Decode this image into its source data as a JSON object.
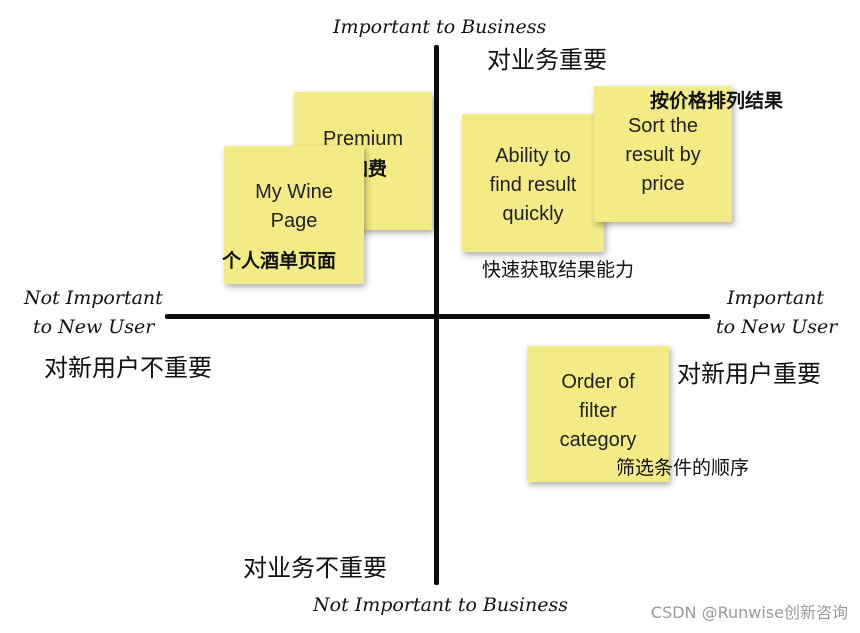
{
  "axes": {
    "top_en": "Important to Business",
    "top_cn": "对业务重要",
    "bottom_en": "Not Important to Business",
    "bottom_cn": "对业务不重要",
    "left_en_1": "Not Important",
    "left_en_2": "to New User",
    "left_cn": "对新用户不重要",
    "right_en_1": "Important",
    "right_en_2": "to New User",
    "right_cn": "对新用户重要"
  },
  "notes": {
    "premium": {
      "text": "Premium",
      "cn": "附加费"
    },
    "my_wine_page": {
      "text": "My Wine\nPage",
      "cn": "个人酒单页面"
    },
    "find_result": {
      "text": "Ability to\nfind result\nquickly",
      "cn": "快速获取结果能力"
    },
    "sort_price": {
      "text": "Sort the\nresult by\nprice",
      "cn": "按价格排列结果"
    },
    "filter_order": {
      "text": "Order of\nfilter\ncategory",
      "cn": "筛选条件的顺序"
    }
  },
  "note_color": "#f3eb86",
  "watermark": "CSDN @Runwise创新咨询"
}
